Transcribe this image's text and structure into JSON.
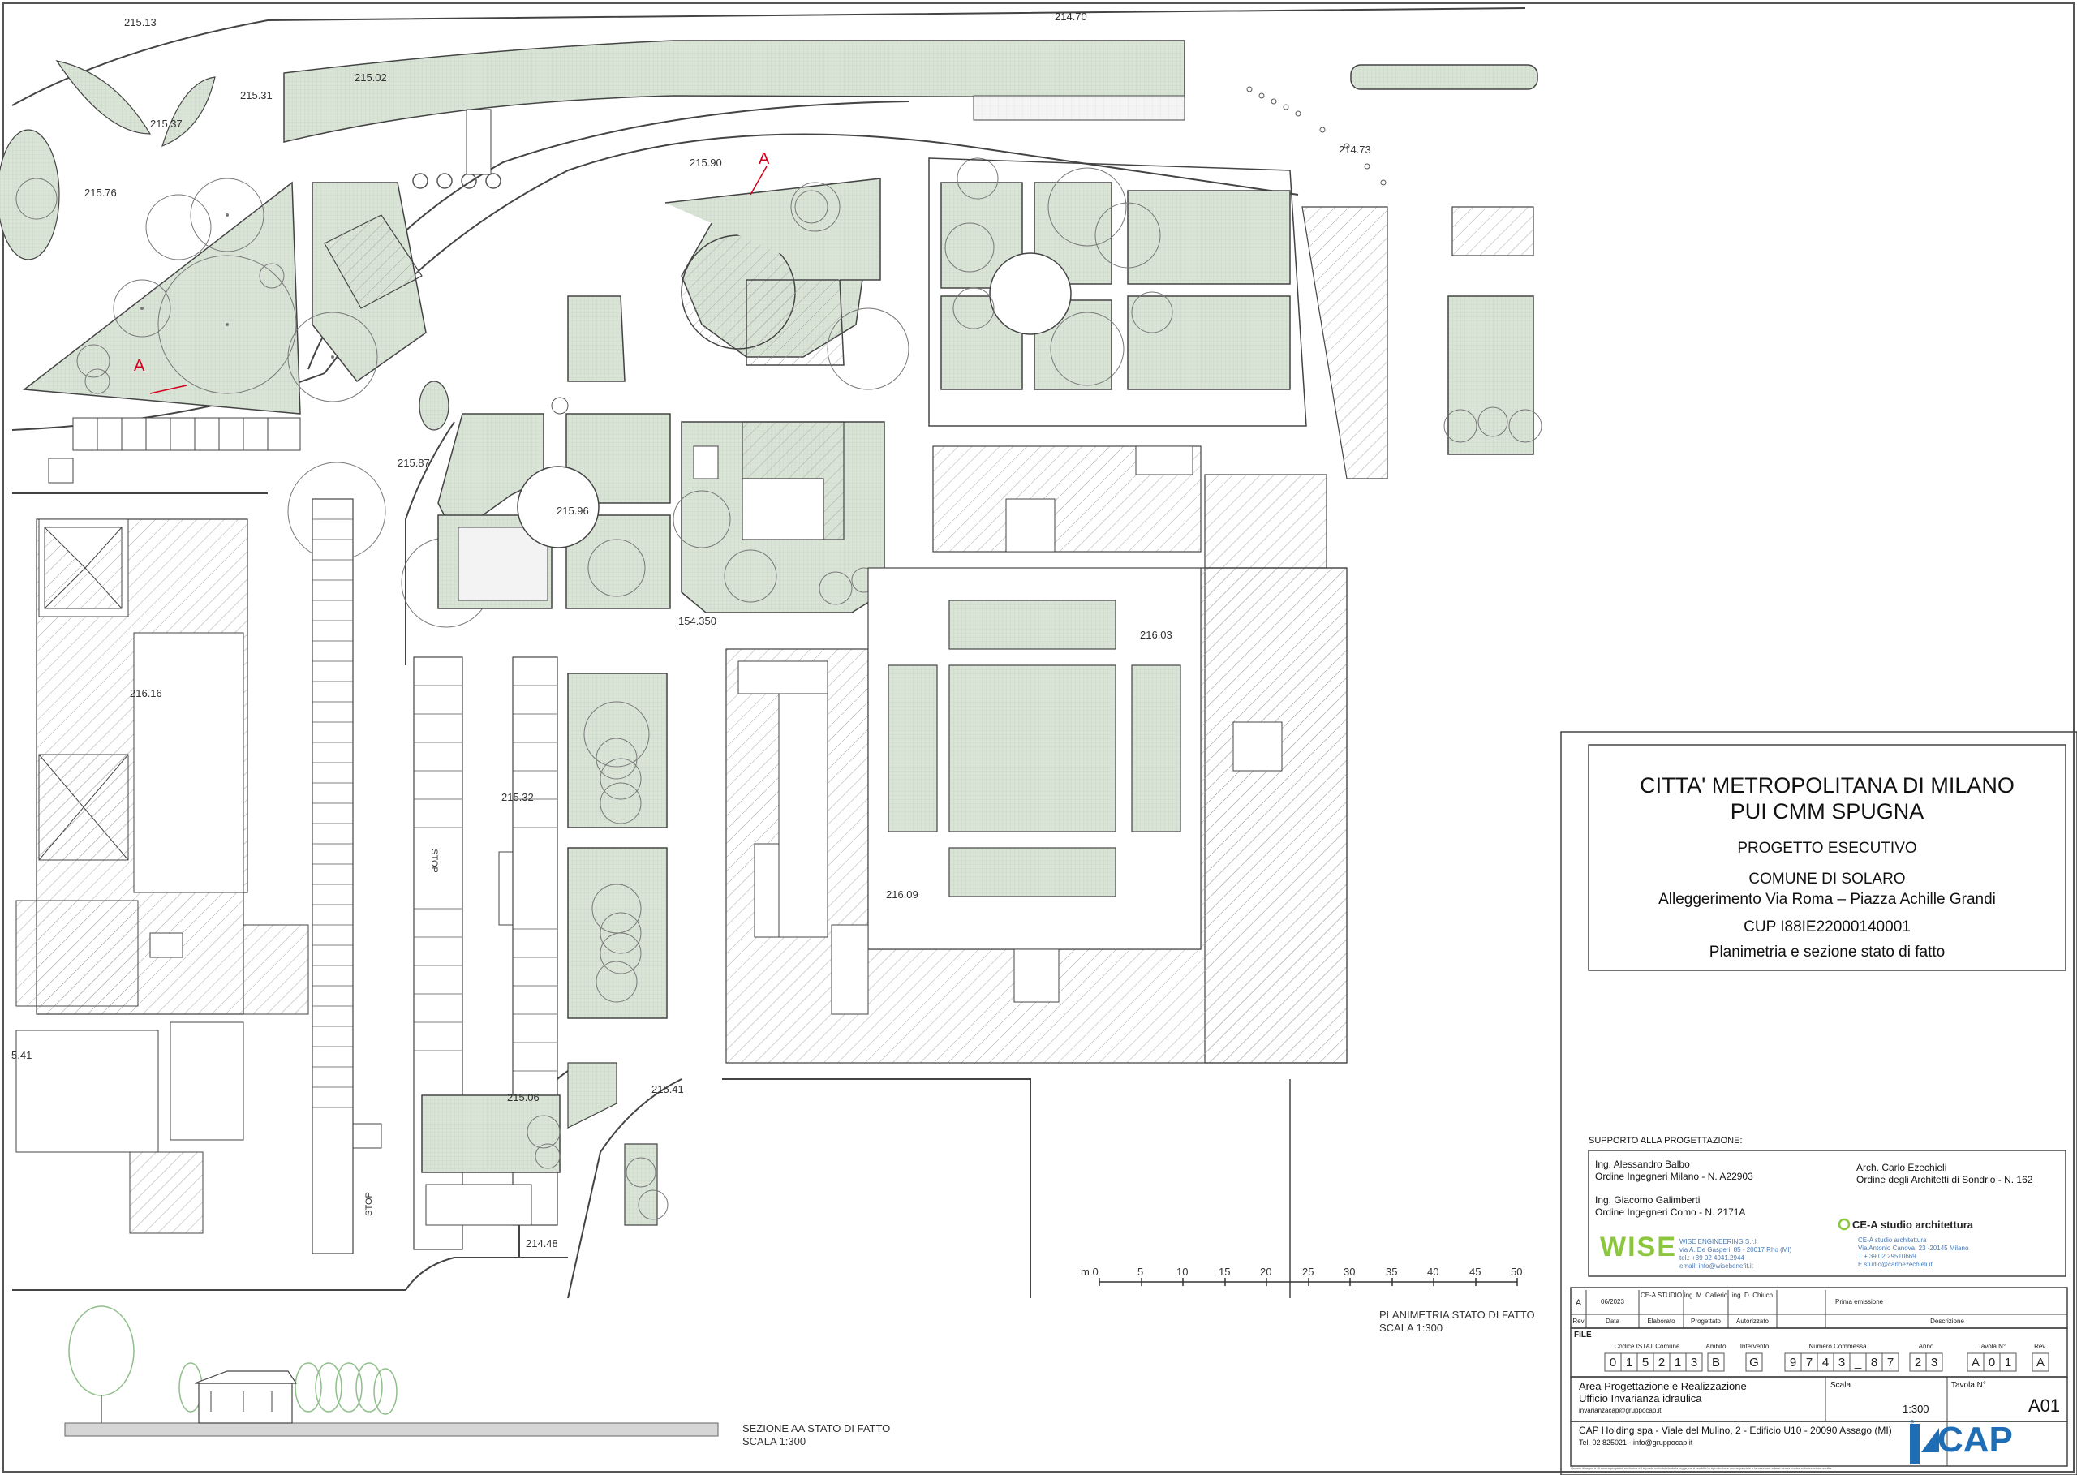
{
  "elevations": [
    "215.13",
    "214.70",
    "215.31",
    "215.02",
    "215.37",
    "215.76",
    "215.90",
    "214.73",
    "215.87",
    "215.96",
    "154.350",
    "216.03",
    "216.16",
    "215.32",
    "216.09",
    "5.41",
    "215.06",
    "215.41",
    "214.48"
  ],
  "section_marks": [
    "A",
    "A"
  ],
  "street_marks": [
    "STOP",
    "STOP"
  ],
  "scale_bar": {
    "labels": [
      "m 0",
      "5",
      "10",
      "15",
      "20",
      "25",
      "30",
      "35",
      "40",
      "45",
      "50"
    ]
  },
  "plan_caption": {
    "line1": "PLANIMETRIA STATO DI FATTO",
    "line2": "SCALA 1:300"
  },
  "section_caption": {
    "line1": "SEZIONE AA STATO DI FATTO",
    "line2": "SCALA 1:300"
  },
  "title_block": {
    "client_line1": "CITTA' METROPOLITANA DI MILANO",
    "client_line2": "PUI CMM SPUGNA",
    "phase": "PROGETTO ESECUTIVO",
    "municipality": "COMUNE DI SOLARO",
    "project": "Alleggerimento Via Roma – Piazza Achille Grandi",
    "cup": "CUP I88IE22000140001",
    "drawing": "Planimetria e sezione stato di fatto"
  },
  "support": {
    "heading": "SUPPORTO ALLA PROGETTAZIONE:",
    "eng1_name": "Ing. Alessandro Balbo",
    "eng1_order": "Ordine Ingegneri Milano - N. A22903",
    "eng2_name": "Ing. Giacomo Galimberti",
    "eng2_order": "Ordine Ingegneri Como -  N. 2171A",
    "arch_name": "Arch. Carlo Ezechieli",
    "arch_order": "Ordine degli Architetti di Sondrio - N. 162",
    "wise_logo": "WISE",
    "wise_lines": [
      "WISE ENGINEERING S.r.l.",
      "via A. De Gasperi, 85 - 20017 Rho (MI)",
      "tel.: +39 02 4941.2944",
      "email: info@wisebenefit.it"
    ],
    "cea_logo": "CE-A studio architettura",
    "cea_lines": [
      "CE-A studio architettura",
      "Via Antonio Canova, 23 -20145 Milano",
      "T  + 39 02 29510669",
      "E  studio@carloezechieli.it"
    ]
  },
  "revision": {
    "rev": "A",
    "date": "06/2023",
    "elaborated": "CE-A STUDIO",
    "checked": "ing. M. Callerio",
    "authorized": "ing. D. Chiuch",
    "description": "Prima emissione",
    "headers": [
      "Rev",
      "Data",
      "Elaborato",
      "Progettato",
      "Autorizzato",
      "Descrizione"
    ]
  },
  "file": {
    "label": "FILE",
    "headers": [
      "Codice ISTAT Comune",
      "Ambito",
      "Intervento",
      "Numero Commessa",
      "Anno",
      "Tavola N°",
      "Rev."
    ],
    "istat": [
      "0",
      "1",
      "5",
      "2",
      "1",
      "3"
    ],
    "ambito": "B",
    "intervento": "G",
    "commessa": [
      "9",
      "7",
      "4",
      "3",
      "_",
      "8",
      "7"
    ],
    "anno": [
      "2",
      "3"
    ],
    "tavola": [
      "A",
      "0",
      "1"
    ],
    "rev": "A"
  },
  "office": {
    "line1": "Area Progettazione e Realizzazione",
    "line2": "Ufficio Invarianza idraulica",
    "line3": "invarianzacap@gruppocap.it",
    "scale_label": "Scala",
    "scale_value": "1:300",
    "sheet_label": "Tavola N°",
    "sheet_value": "A01"
  },
  "company": {
    "line1": "CAP Holding spa - Viale del Mulino, 2 - Edificio U10 - 20090 Assago (MI)",
    "line2": "Tel. 02 825021 - info@gruppocap.it",
    "logo": "CAP",
    "logo_small": "GRUPPO",
    "footnote": "Questo disegno è di nostra proprietà esclusiva ed è posto sotto tutela della legge, ne è proibita la riproduzione anche parziale e la cessione a terzi senza nostra autorizzazione scritta."
  },
  "colors": {
    "green_fill": "#d7e3d5",
    "hatch": "#9a9a9a",
    "line": "#333333",
    "accent_red": "#d0021b",
    "wise_green": "#8cc63f",
    "cap_blue": "#1f6db5"
  }
}
